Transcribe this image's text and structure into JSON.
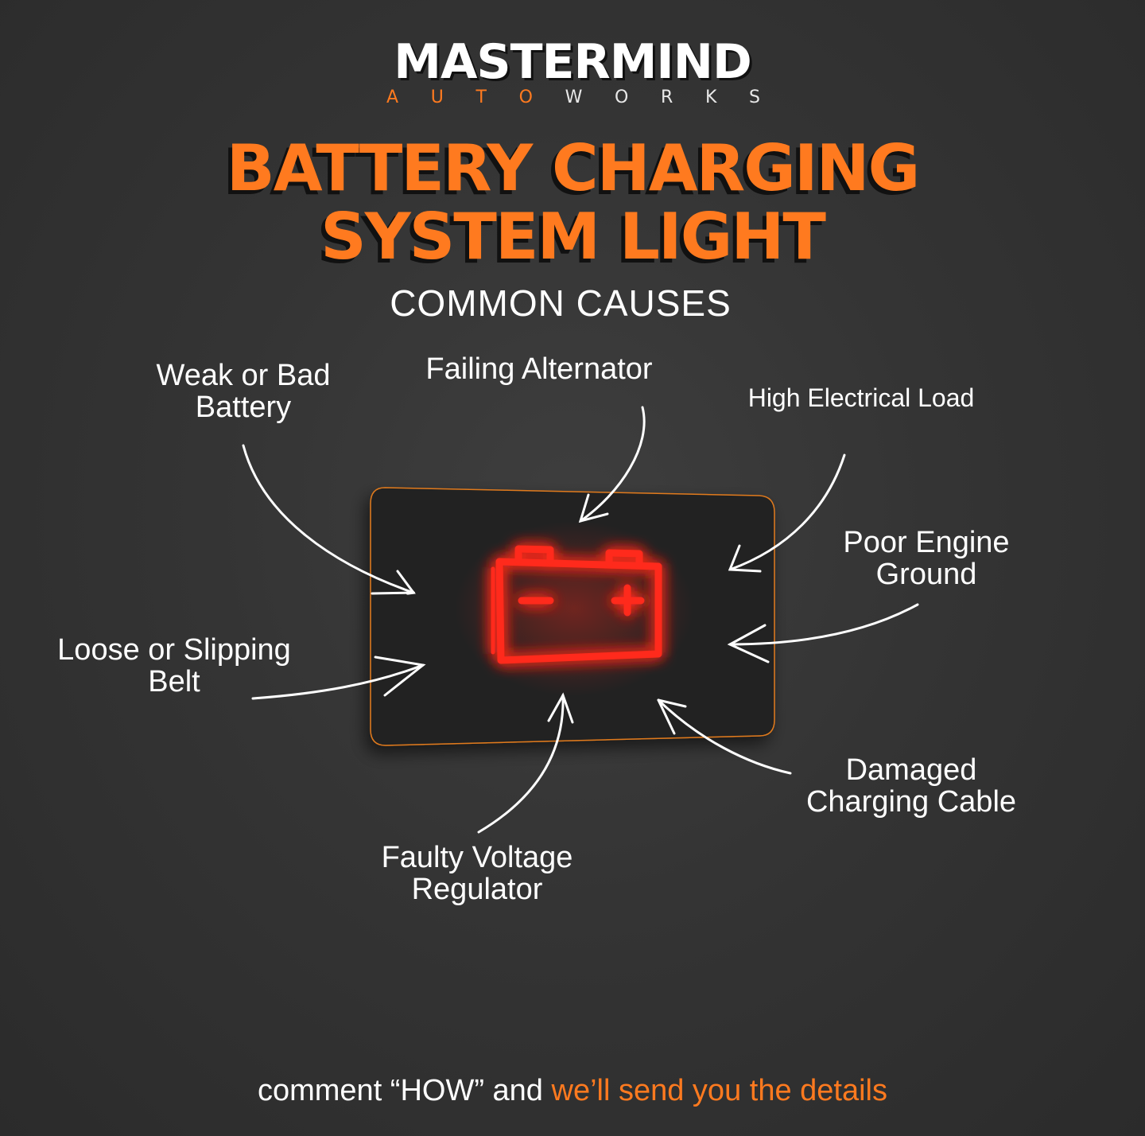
{
  "logo": {
    "name": "MASTERMIND",
    "subtitle_letters": [
      "A",
      "U",
      "T",
      "O",
      "W",
      "O",
      "R",
      "K",
      "S"
    ]
  },
  "title": {
    "line1": "BATTERY CHARGING",
    "line2": "SYSTEM LIGHT"
  },
  "subtitle": "COMMON CAUSES",
  "causes": {
    "weak_battery": {
      "line1": "Weak or Bad",
      "line2": "Battery"
    },
    "failing_alternator": {
      "line1": "Failing Alternator"
    },
    "high_load": {
      "line1": "High Electrical Load"
    },
    "poor_ground": {
      "line1": "Poor Engine",
      "line2": "Ground"
    },
    "loose_belt": {
      "line1": "Loose or Slipping",
      "line2": "Belt"
    },
    "damaged_cable": {
      "line1": "Damaged",
      "line2": "Charging Cable"
    },
    "voltage_regulator": {
      "line1": "Faulty Voltage",
      "line2": "Regulator"
    }
  },
  "footer": {
    "prefix": "comment “HOW” and",
    "highlight": "we’ll send you the details"
  },
  "colors": {
    "accent": "#ff7a1f",
    "warning_light": "#ff2a1a",
    "background": "#353535"
  },
  "icons": {
    "warning": "battery-warning-icon"
  }
}
